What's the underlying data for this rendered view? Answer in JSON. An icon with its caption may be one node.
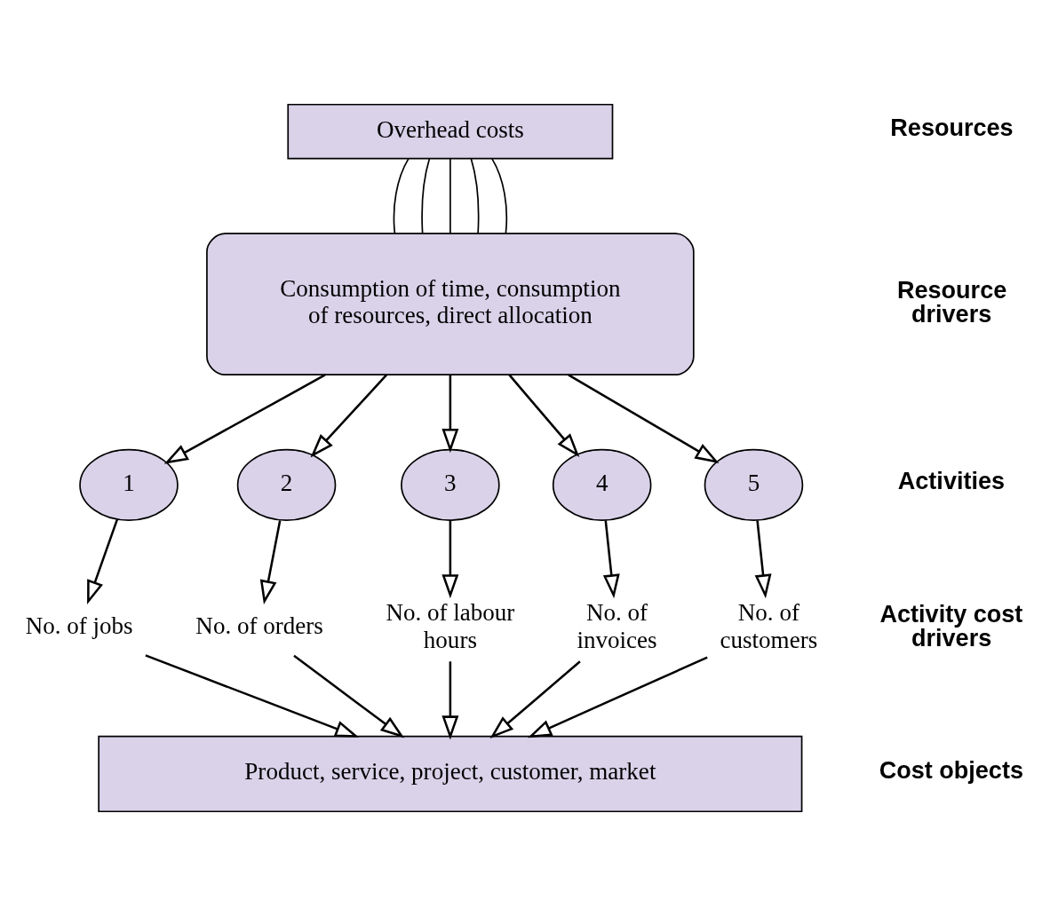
{
  "diagram": {
    "nodes": [
      {
        "text": [
          "Overhead costs"
        ]
      },
      {
        "text": [
          "Consumption of time, consumption of resources, direct allocation"
        ]
      },
      {
        "text": [
          "1"
        ]
      },
      {
        "text": [
          "2"
        ]
      },
      {
        "text": [
          "3"
        ]
      },
      {
        "text": [
          "4"
        ]
      },
      {
        "text": [
          "5"
        ]
      },
      {
        "text": [
          "No. of jobs"
        ]
      },
      {
        "text": [
          "No. of orders"
        ]
      },
      {
        "text": [
          "No. of labour hours"
        ]
      },
      {
        "text": [
          "No. of invoices"
        ]
      },
      {
        "text": [
          "No. of customers"
        ]
      },
      {
        "text": [
          "Product, service, project, customer, market"
        ]
      }
    ],
    "edges": [
      {
        "from": 0,
        "to": 1,
        "arrow": "none"
      },
      {
        "from": 0,
        "to": 1,
        "arrow": "none"
      },
      {
        "from": 0,
        "to": 1,
        "arrow": "none"
      },
      {
        "from": 0,
        "to": 1,
        "arrow": "none"
      },
      {
        "from": 0,
        "to": 1,
        "arrow": "none"
      },
      {
        "from": 1,
        "to": 2,
        "arrow": "to"
      },
      {
        "from": 1,
        "to": 3,
        "arrow": "to"
      },
      {
        "from": 1,
        "to": 4,
        "arrow": "to"
      },
      {
        "from": 1,
        "to": 5,
        "arrow": "to"
      },
      {
        "from": 1,
        "to": 6,
        "arrow": "to"
      },
      {
        "from": 2,
        "to": 7,
        "arrow": "to"
      },
      {
        "from": 3,
        "to": 8,
        "arrow": "to"
      },
      {
        "from": 4,
        "to": 9,
        "arrow": "to"
      },
      {
        "from": 5,
        "to": 10,
        "arrow": "to"
      },
      {
        "from": 6,
        "to": 11,
        "arrow": "to"
      },
      {
        "from": 7,
        "to": 12,
        "arrow": "to"
      },
      {
        "from": 8,
        "to": 12,
        "arrow": "to"
      },
      {
        "from": 9,
        "to": 12,
        "arrow": "to"
      },
      {
        "from": 10,
        "to": 12,
        "arrow": "to"
      },
      {
        "from": 11,
        "to": 12,
        "arrow": "to"
      }
    ],
    "labels": [
      "Resources",
      "Resource drivers",
      "Activities",
      "Activity cost drivers",
      "Cost objects"
    ]
  }
}
